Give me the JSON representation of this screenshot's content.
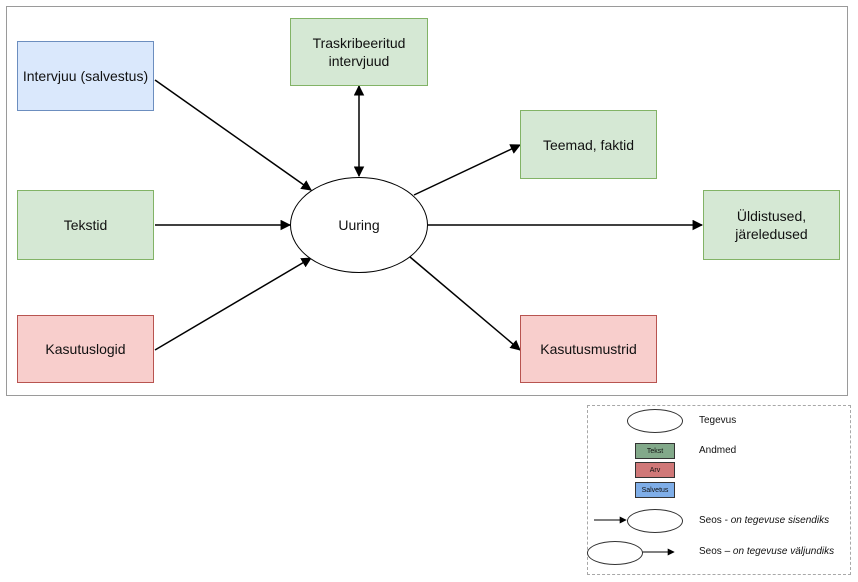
{
  "center": {
    "label": "Uuring"
  },
  "inputs": [
    {
      "id": "interview",
      "label": "Intervjuu (salvestus)",
      "color": "#dae8fc"
    },
    {
      "id": "texts",
      "label": "Tekstid",
      "color": "#d5e8d4"
    },
    {
      "id": "logs",
      "label": "Kasutuslogid",
      "color": "#f8cecc"
    }
  ],
  "outputs": [
    {
      "id": "transcribed",
      "line1": "Traskribeeritud",
      "line2": "intervjuud",
      "color": "#d5e8d4"
    },
    {
      "id": "themes",
      "label": "Teemad, faktid",
      "color": "#d5e8d4"
    },
    {
      "id": "generalizations",
      "line1": "Üldistused,",
      "line2": "järeledused",
      "color": "#d5e8d4"
    },
    {
      "id": "usage-patterns",
      "label": "Kasutusmustrid",
      "color": "#f8cecc"
    }
  ],
  "legend": {
    "activity": "Tegevus",
    "data": "Andmed",
    "chips": [
      "Tekst",
      "Arv",
      "Salvetus"
    ],
    "input_link": {
      "prefix": "Seos - ",
      "italic": "on tegevuse sisendiks"
    },
    "output_link": {
      "prefix": "Seos – ",
      "italic": "on tegevuse väljundiks"
    }
  }
}
